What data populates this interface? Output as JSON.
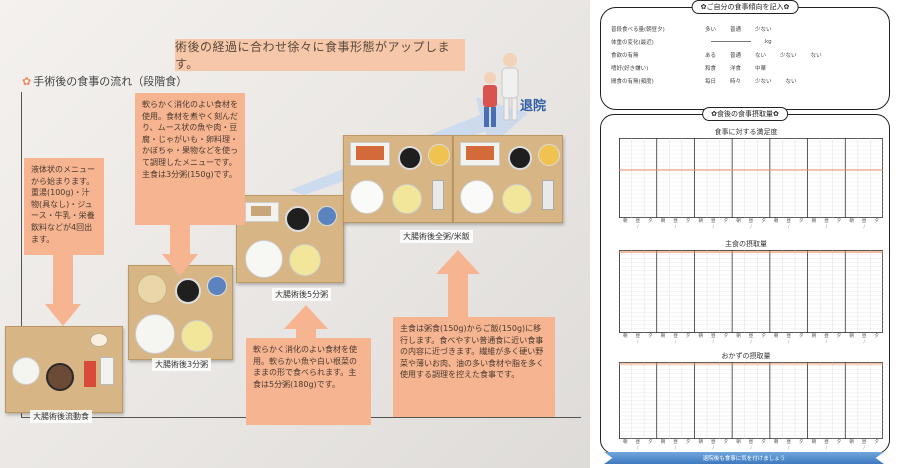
{
  "photo": {
    "banner": "術後の経過に合わせ徐々に食事形態がアップします。",
    "flow_title": "手術後の食事の流れ（段階食）",
    "flower_glyph": "✿",
    "discharge_label": "退院",
    "notes": {
      "n1": "液体状のメニューから始まります。重湯(100g)・汁物(具なし)・ジュース・牛乳・栄養飲料などが4回出ます。",
      "n2": "軟らかく消化のよい食材を使用。食材を煮やく刻んだり、ムース状の魚や肉・豆腐・じゃがいも・卵料理・かぼちゃ・果物などを使って調理したメニューです。主食は3分粥(150g)です。",
      "n3": "軟らかく消化のよい食材を使用。軟らかい魚や白い根菜のままの形で食べられます。主食は5分粥(180g)です。",
      "n4": "主食は粥食(150g)からご飯(150g)に移行します。食べやすい普通食に近い食事の内容に近づきます。繊維が多く硬い野菜や薄いお肉、油の多い食材や脂を多く使用する調理を控えた食事です。"
    },
    "stages": {
      "s1": "大腸術後流動食",
      "s2": "大腸術後3分粥",
      "s3": "大腸術後5分粥",
      "s4": "大腸術後全粥/米飯"
    }
  },
  "form": {
    "info_title": "✿ご自分の食事傾向を記入✿",
    "rows": [
      {
        "label": "普段食べる量(朝昼夕)",
        "options": [
          "多い",
          "普通",
          "少ない"
        ]
      },
      {
        "label": "体重の変化(最近)",
        "options": [
          "",
          "kg"
        ]
      },
      {
        "label": "食欲の有無",
        "options": [
          "ある",
          "普通",
          "ない",
          "少ない",
          "ない"
        ]
      },
      {
        "label": "嗜好(好き嫌い)",
        "options": [
          "和食",
          "洋食",
          "中華"
        ]
      },
      {
        "label": "間食の有無(頻度)",
        "options": [
          "毎日",
          "時々",
          "少ない",
          "ない"
        ]
      }
    ],
    "record_title": "✿食後の食事摂取量✿",
    "charts": [
      {
        "caption": "食事に対する満足度"
      },
      {
        "caption": "主食の摂取量"
      },
      {
        "caption": "おかずの摂取量"
      }
    ],
    "meal_labels": [
      "朝",
      "昼",
      "夕"
    ],
    "date_label": "/",
    "footer": "退院後も食事に気を付けましょう"
  },
  "colors": {
    "note_fill": "#f6b490",
    "banner_fill": "#f6c7a8",
    "accent_line": "#e58c5e",
    "discharge_blue": "#2e5fa6",
    "ribbon_blue": "#4a86c8"
  }
}
